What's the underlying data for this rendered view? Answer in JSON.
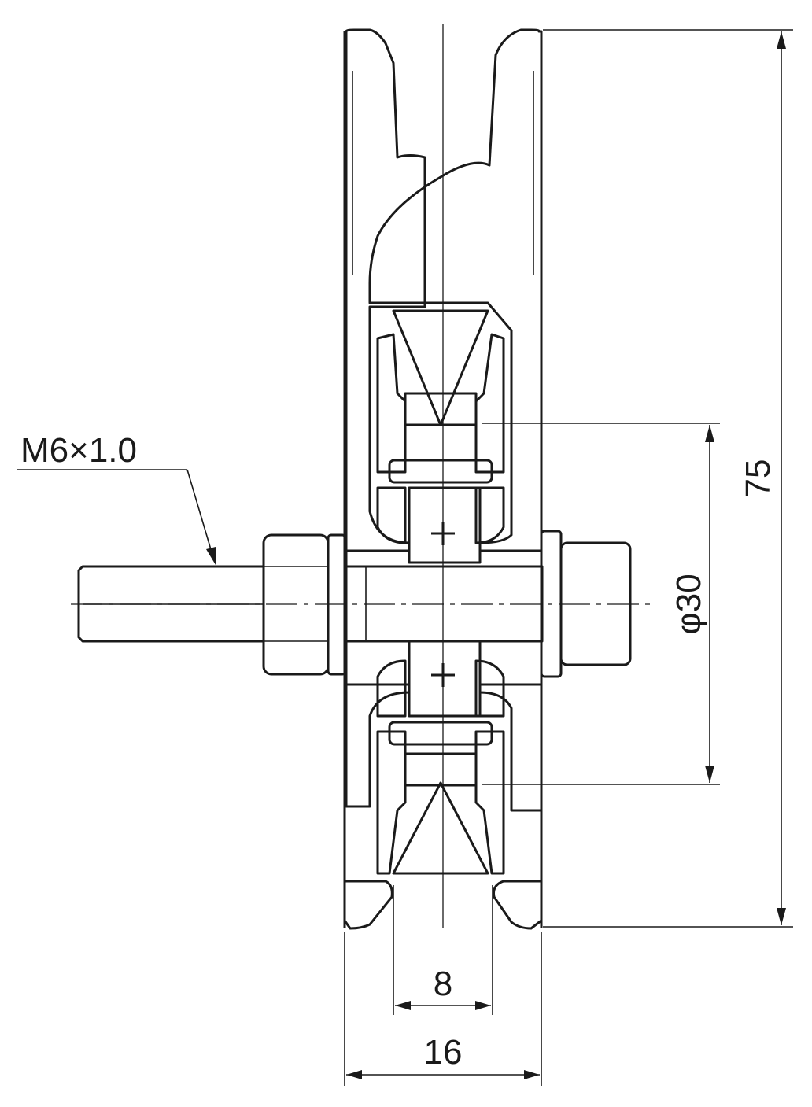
{
  "drawing": {
    "thread_label": "M6×1.0",
    "dim_height": "75",
    "dim_bore": "φ30",
    "dim_groove_width": "8",
    "dim_total_width": "16"
  },
  "colors": {
    "line": "#1a1a1a",
    "fill_light": "#e9e9e9",
    "fill_mid": "#d2d2d2",
    "fill_dark": "#9a9a9a",
    "fill_bearing": "#bdbdbd"
  }
}
